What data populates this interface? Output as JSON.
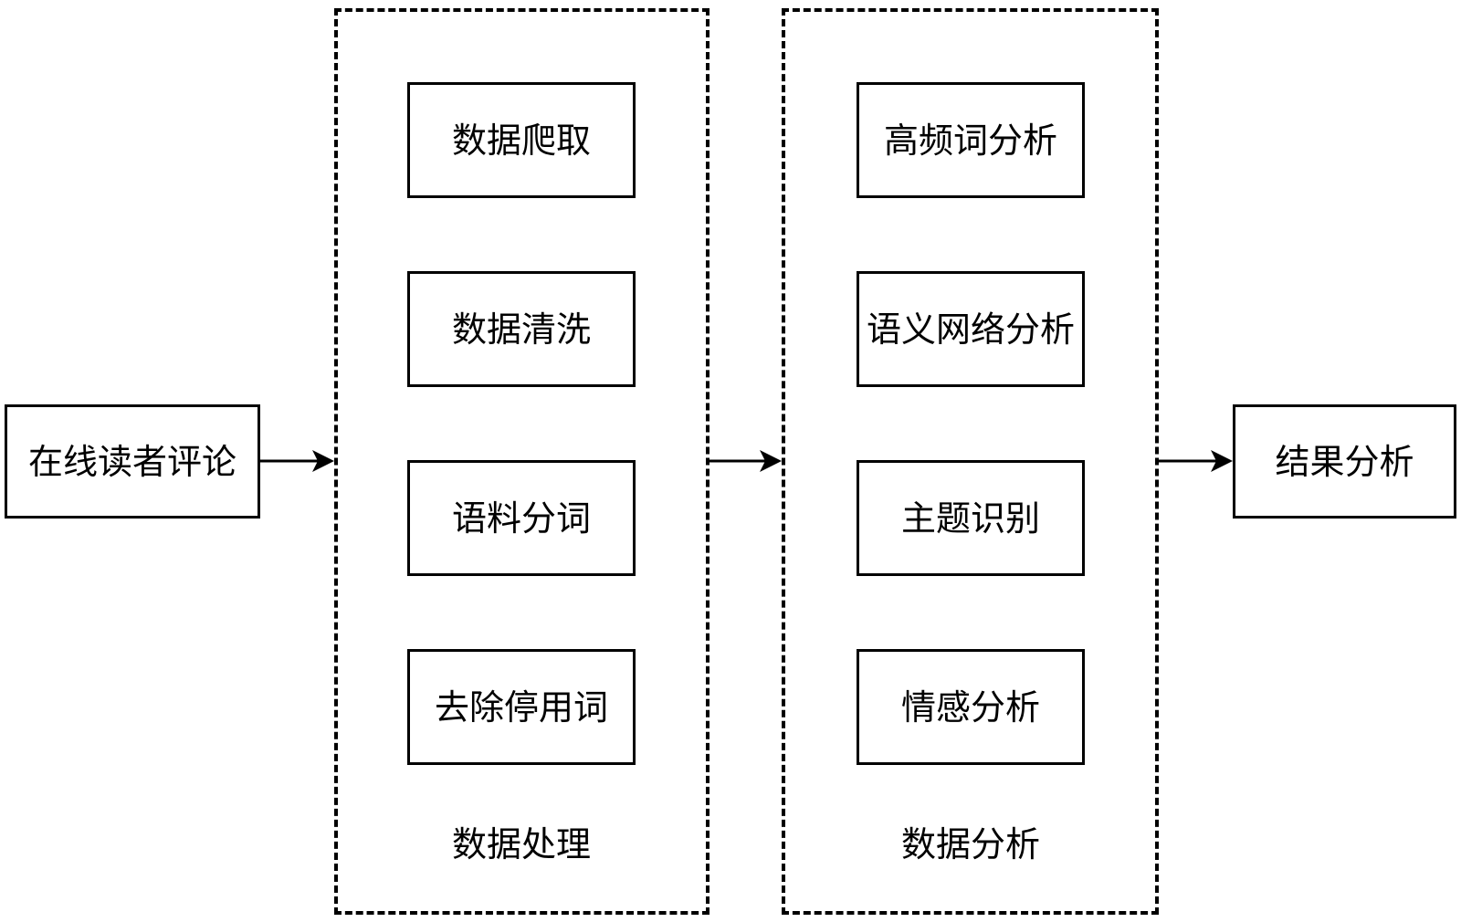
{
  "input": {
    "label": "在线读者评论"
  },
  "processing": {
    "title": "数据处理",
    "steps": [
      "数据爬取",
      "数据清洗",
      "语料分词",
      "去除停用词"
    ]
  },
  "analysis": {
    "title": "数据分析",
    "steps": [
      "高频词分析",
      "语义网络分析",
      "主题识别",
      "情感分析"
    ]
  },
  "output": {
    "label": "结果分析"
  },
  "colors": {
    "stroke": "#000000",
    "background": "#ffffff"
  }
}
